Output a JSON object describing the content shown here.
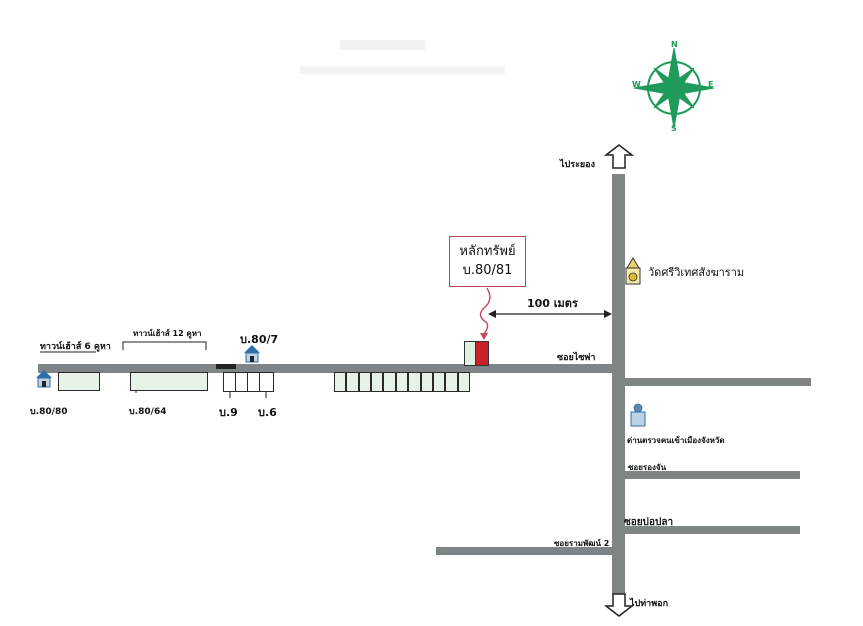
{
  "map": {
    "property_label_line1": "หลักทรัพย์",
    "property_label_line2": "บ.80/81",
    "distance_label": "100 เมตร",
    "main_road_north_label": "ไประยอง",
    "main_road_south_label": "ไปท่าพอก",
    "side_road_label": "ซอยไซพ่า",
    "soi_label_1": "ซอยรองจัน",
    "soi_label_2": "ซอยบ่อปลา",
    "soi_label_3": "ซอยรามพัฒน์ 2",
    "temple_label": "วัดศรีวิเทศสังฆาราม",
    "police_label": "ด่านตรวจคนเข้าเมืองจังหวัด",
    "townhouse_6_label": "ทาวน์เฮ้าส์ 6 คูหา",
    "townhouse_12_label": "ทาวน์เฮ้าส์ 12 คูหา",
    "house_80_80": "บ.80/80",
    "house_80_64": "บ.80/64",
    "house_80_7": "บ.80/7",
    "house_9": "บ.9",
    "house_6": "บ.6"
  },
  "compass": {
    "N": "N",
    "S": "S",
    "E": "E",
    "W": "W",
    "color": "#1f9a5a"
  },
  "colors": {
    "road": "#7f8487",
    "property_red": "#c9212b",
    "property_green": "#dff2df",
    "label_border": "#b54a55",
    "lot_fill": "#e6f3e6",
    "house_icon": "#2f6fa8"
  }
}
